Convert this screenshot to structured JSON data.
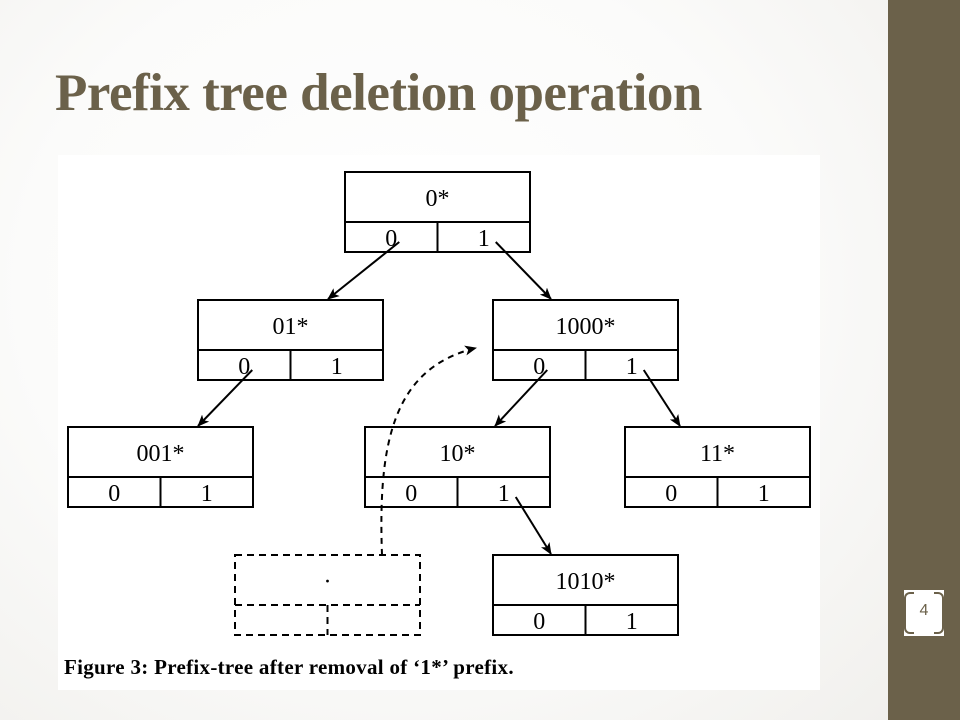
{
  "slide": {
    "title": "Prefix tree deletion operation",
    "page_number": "4",
    "colors": {
      "accent": "#6b614a",
      "background": "#ffffff",
      "ink": "#000000"
    }
  },
  "figure": {
    "caption": "Figure 3: Prefix-tree after removal of ‘1*’ prefix.",
    "nodes": [
      {
        "id": "n0",
        "label": "0*",
        "zero": "0",
        "one": "1"
      },
      {
        "id": "n01",
        "label": "01*",
        "zero": "0",
        "one": "1"
      },
      {
        "id": "n1000",
        "label": "1000*",
        "zero": "0",
        "one": "1"
      },
      {
        "id": "n001",
        "label": "001*",
        "zero": "0",
        "one": "1"
      },
      {
        "id": "n10",
        "label": "10*",
        "zero": "0",
        "one": "1"
      },
      {
        "id": "n11",
        "label": "11*",
        "zero": "0",
        "one": "1"
      },
      {
        "id": "n1010",
        "label": "1010*",
        "zero": "0",
        "one": "1"
      },
      {
        "id": "removed",
        "label": "·",
        "zero": "",
        "one": "",
        "removed": true
      }
    ],
    "edges": [
      {
        "from": "n0",
        "branch": "0",
        "to": "n01"
      },
      {
        "from": "n0",
        "branch": "1",
        "to": "n1000"
      },
      {
        "from": "n01",
        "branch": "0",
        "to": "n001"
      },
      {
        "from": "n1000",
        "branch": "0",
        "to": "n10"
      },
      {
        "from": "n1000",
        "branch": "1",
        "to": "n11"
      },
      {
        "from": "n10",
        "branch": "1",
        "to": "n1010"
      },
      {
        "from": "removed",
        "to": "n1000",
        "dashed": true
      }
    ]
  }
}
